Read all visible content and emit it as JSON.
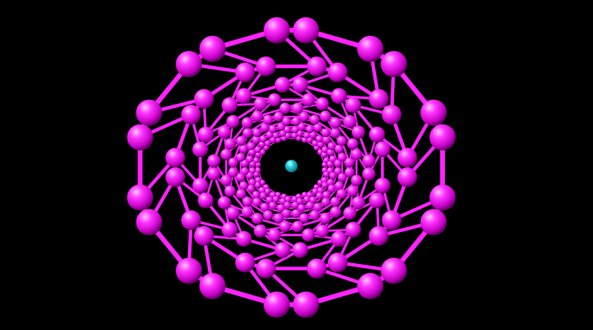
{
  "scene": {
    "background_color": "#000000",
    "subject": "carbon-nanotube-end-view",
    "atom_color": "#ff22ff",
    "central_atom_color": "#22c8d8",
    "central_atom_highlight": "#7ff3ff",
    "tube_symmetry": 10,
    "ring_layers": 12,
    "atoms_per_layer": 20,
    "central_atom_count": 1
  }
}
